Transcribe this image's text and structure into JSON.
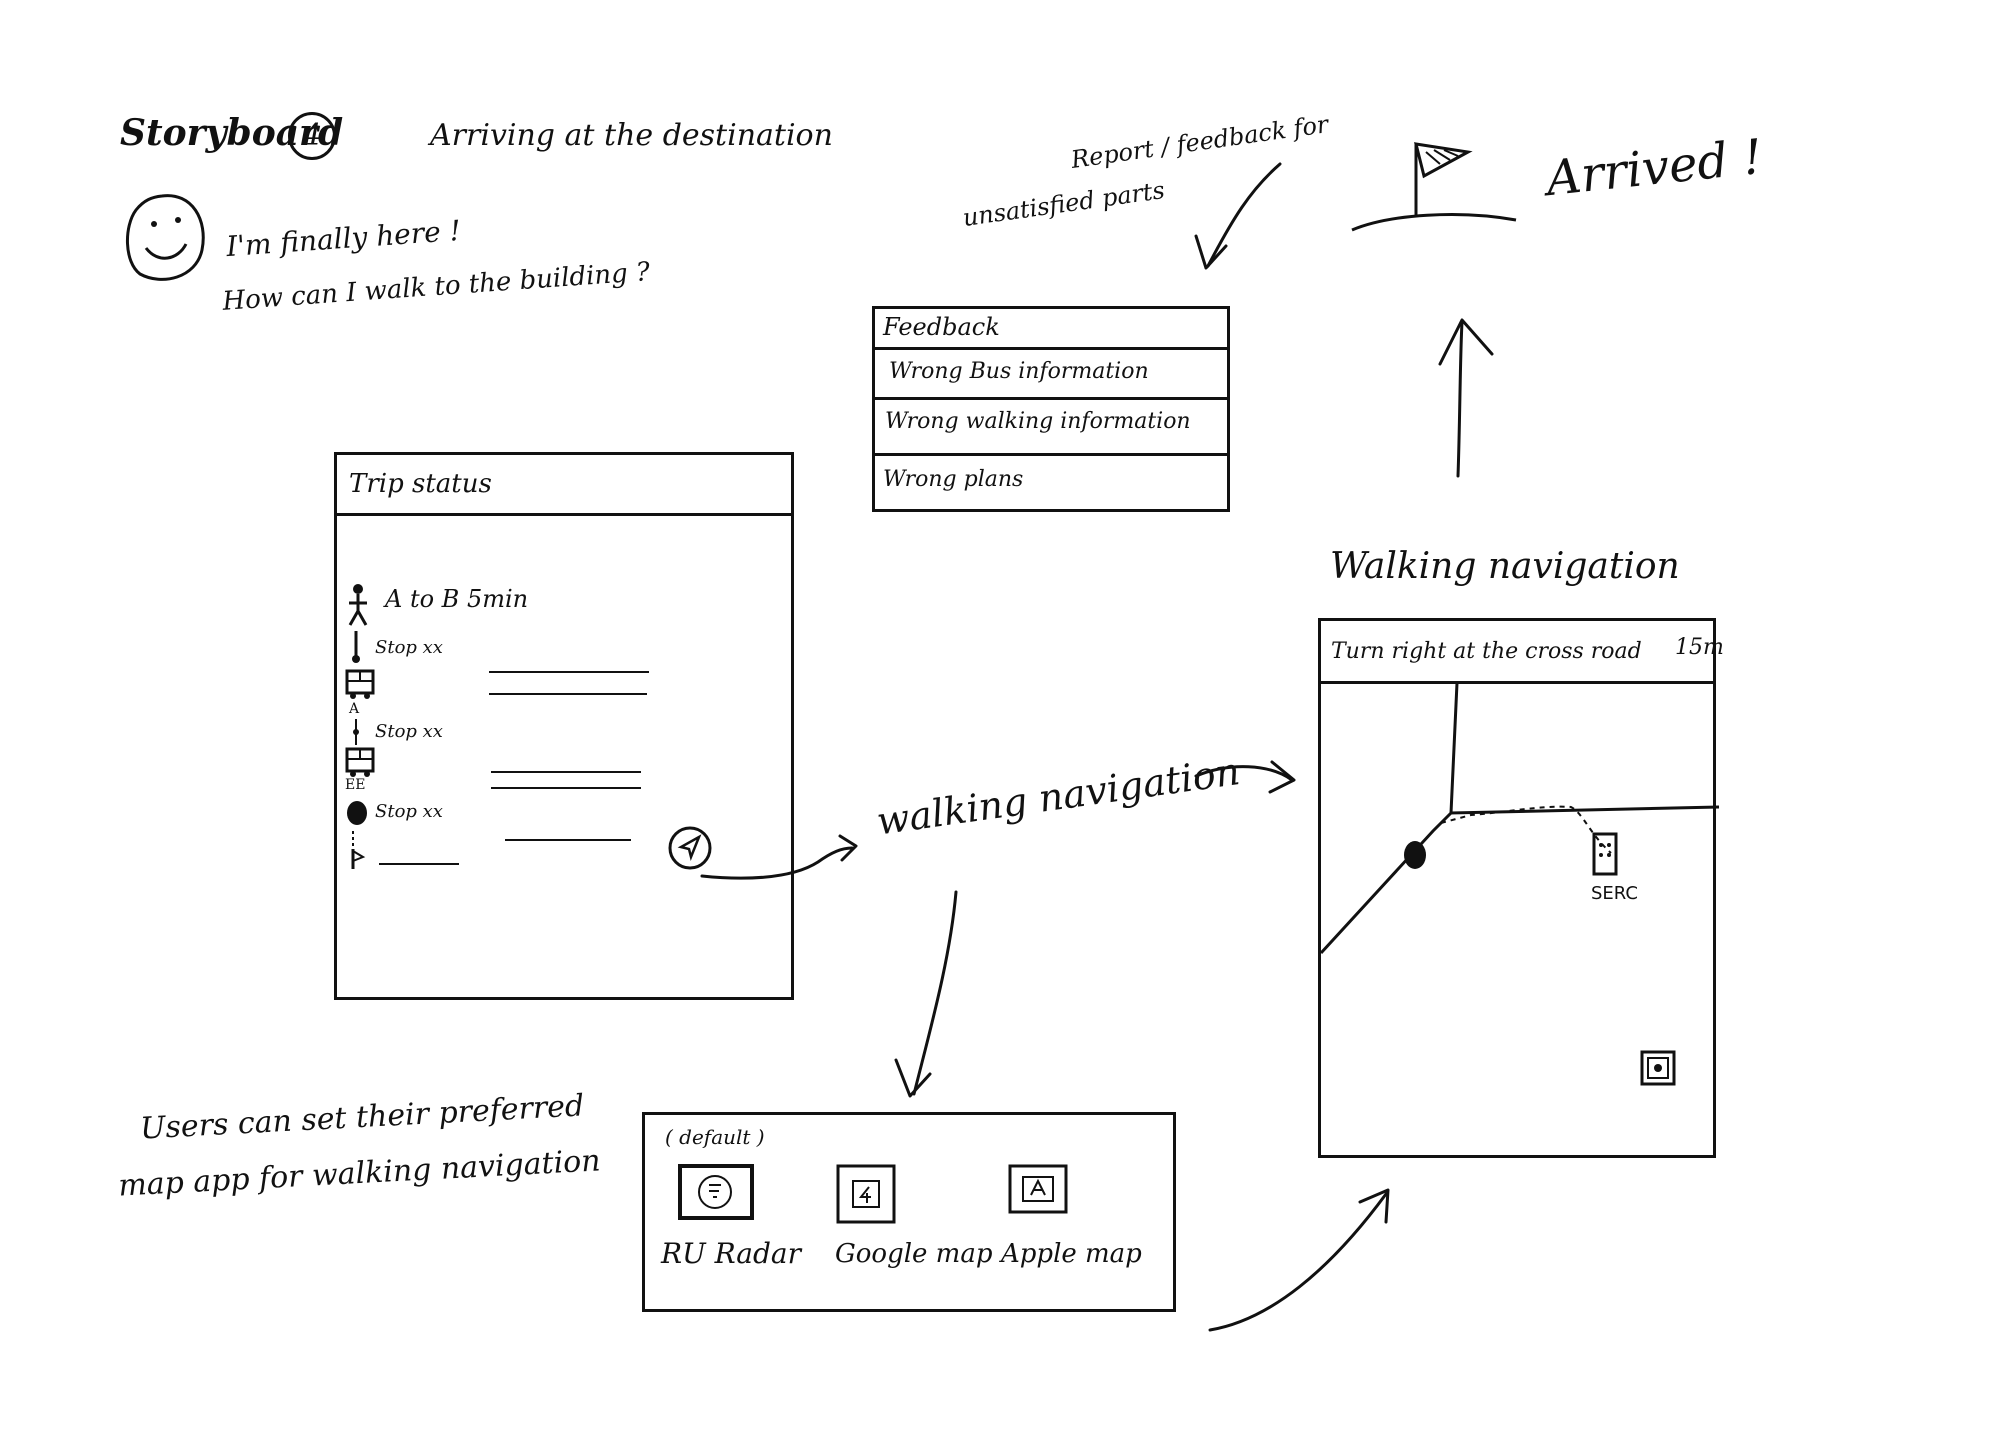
{
  "header": {
    "storyboard_label": "Storyboard",
    "storyboard_number": "4",
    "scene_title": "Arriving at the destination"
  },
  "persona": {
    "face_icon": "smiley-face-icon",
    "thought_line1": "I'm finally here !",
    "thought_line2": "How can I walk to the building ?"
  },
  "feedback_note": {
    "line1": "Report / feedback for",
    "line2": "unsatisfied parts"
  },
  "feedback_panel": {
    "title": "Feedback",
    "options": [
      "Wrong Bus information",
      "Wrong walking information",
      "Wrong plans"
    ]
  },
  "arrived": {
    "flag_icon": "flag-icon",
    "label": "Arrived !"
  },
  "trip_status": {
    "title": "Trip status",
    "walk_segment": "A to B 5min",
    "stops": [
      {
        "icon": "walk-stop-icon",
        "label": "Stop xx"
      },
      {
        "icon": "bus-icon",
        "sub": "A",
        "label": "Stop xx"
      },
      {
        "icon": "bus-icon",
        "sub": "EE",
        "label": "Stop xx"
      }
    ],
    "navigate_icon": "navigate-arrow-icon"
  },
  "transition_label": "walking navigation",
  "walking_nav_heading": "Walking navigation",
  "walking_nav": {
    "instruction": "Turn right at the cross road",
    "distance": "15m",
    "destination_label": "SERC",
    "recenter_icon": "recenter-icon"
  },
  "map_apps_note": {
    "line1": "Users can set their preferred",
    "line2": "map app for walking navigation"
  },
  "map_apps": {
    "default_label": "( default )",
    "apps": [
      {
        "label": "RU Radar",
        "icon": "ru-radar-icon"
      },
      {
        "label": "Google map",
        "icon": "google-map-icon"
      },
      {
        "label": "Apple map",
        "icon": "apple-map-icon"
      }
    ]
  }
}
